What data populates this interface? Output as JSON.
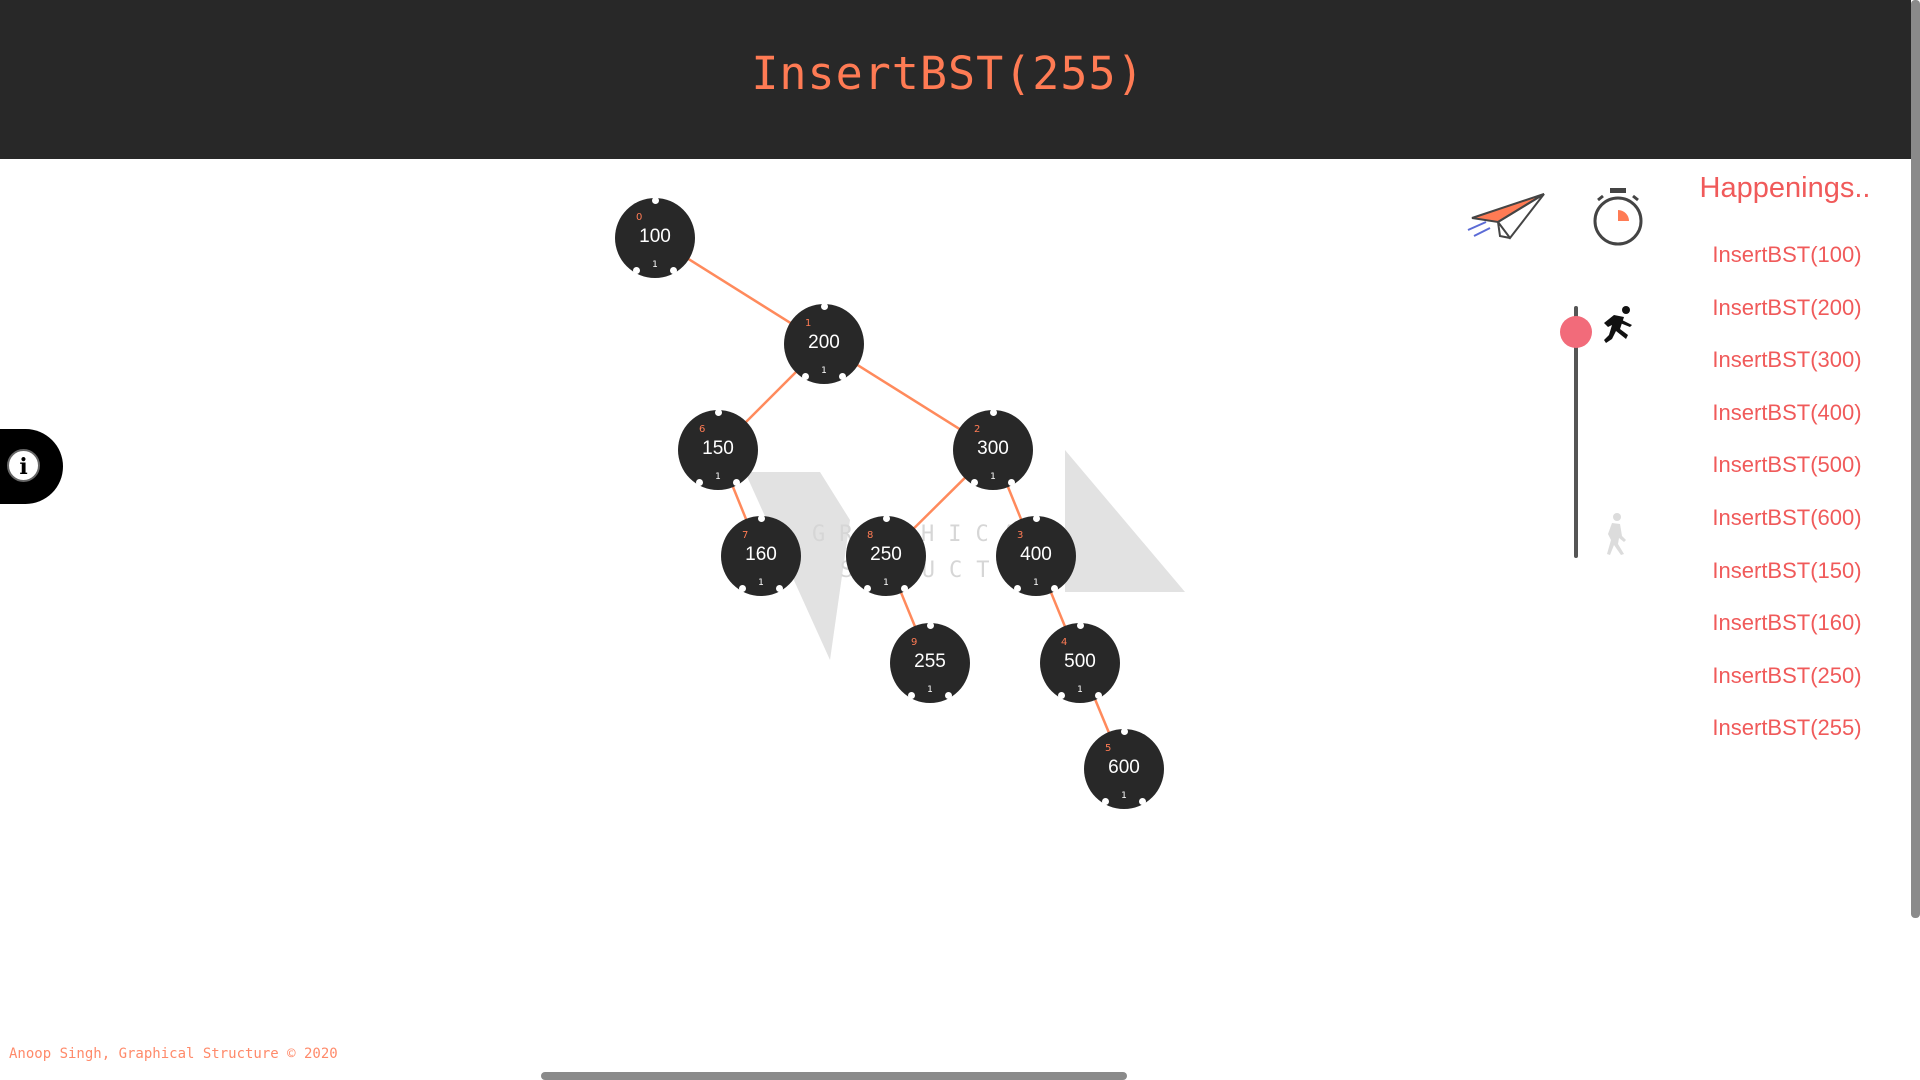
{
  "header": {
    "title": "InsertBST(255)"
  },
  "tree": {
    "nodes": [
      {
        "value": "100",
        "index": "0",
        "count": "1"
      },
      {
        "value": "200",
        "index": "1",
        "count": "1"
      },
      {
        "value": "150",
        "index": "6",
        "count": "1"
      },
      {
        "value": "300",
        "index": "2",
        "count": "1"
      },
      {
        "value": "160",
        "index": "7",
        "count": "1"
      },
      {
        "value": "250",
        "index": "8",
        "count": "1"
      },
      {
        "value": "400",
        "index": "3",
        "count": "1"
      },
      {
        "value": "255",
        "index": "9",
        "count": "1"
      },
      {
        "value": "500",
        "index": "4",
        "count": "1"
      },
      {
        "value": "600",
        "index": "5",
        "count": "1"
      }
    ],
    "edges": [
      [
        "100",
        "200"
      ],
      [
        "200",
        "150"
      ],
      [
        "200",
        "300"
      ],
      [
        "150",
        "160"
      ],
      [
        "300",
        "250"
      ],
      [
        "300",
        "400"
      ],
      [
        "250",
        "255"
      ],
      [
        "400",
        "500"
      ],
      [
        "500",
        "600"
      ]
    ],
    "edge_color": "#ff8a5c",
    "node_color": "#282828"
  },
  "watermark": {
    "line1": "GRAPHICAL",
    "line2": "STRUCTURE"
  },
  "happenings": {
    "title": "Happenings..",
    "items": [
      "InsertBST(100)",
      "InsertBST(200)",
      "InsertBST(300)",
      "InsertBST(400)",
      "InsertBST(500)",
      "InsertBST(600)",
      "InsertBST(150)",
      "InsertBST(160)",
      "InsertBST(250)",
      "InsertBST(255)"
    ]
  },
  "controls": {
    "send_icon": "paper-plane-icon",
    "timer_icon": "stopwatch-icon",
    "speed_fast_icon": "running-person-icon",
    "speed_slow_icon": "walking-person-icon",
    "speed_level": 1.0
  },
  "info": {
    "icon": "info-icon",
    "symbol": "i"
  },
  "footer": {
    "text": "Anoop Singh, Graphical Structure © 2020"
  },
  "colors": {
    "accent": "#ff7b54",
    "header_bg": "#282828",
    "happenings": "#f05a5a",
    "slider_thumb": "#f26b7a"
  }
}
